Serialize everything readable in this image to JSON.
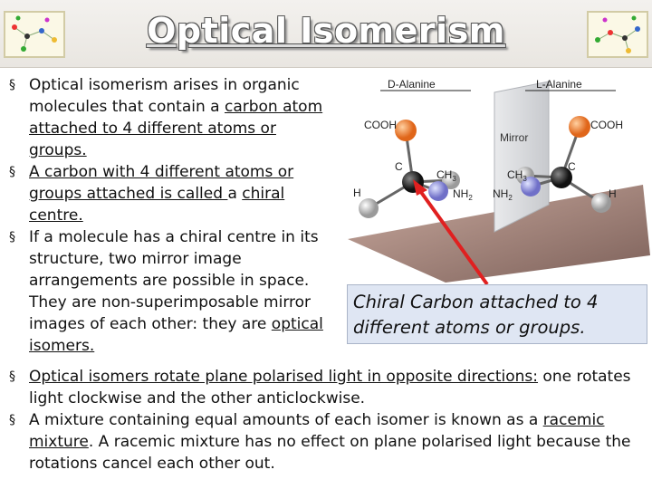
{
  "title": "Optical Isomerism",
  "upper_bullets": [
    {
      "parts": [
        {
          "text": "Optical isomerism arises in organic molecules that contain a ",
          "u": false
        },
        {
          "text": "carbon atom attached to 4 different atoms or groups.",
          "u": true
        }
      ]
    },
    {
      "parts": [
        {
          "text": "A carbon with 4 different atoms or groups attached is called ",
          "u": true
        },
        {
          "text": "a ",
          "u": false
        },
        {
          "text": "chiral centre.",
          "u": true
        }
      ]
    },
    {
      "parts": [
        {
          "text": "If a molecule has a chiral centre in its structure, two mirror image arrangements are possible in space. They are non-superimposable mirror images of each other: they are ",
          "u": false
        },
        {
          "text": "optical isomers.",
          "u": true
        }
      ]
    }
  ],
  "lower_bullets": [
    {
      "parts": [
        {
          "text": "Optical isomers rotate plane polarised light in opposite directions:",
          "u": true
        },
        {
          "text": " one rotates light clockwise and the other anticlockwise.",
          "u": false
        }
      ]
    },
    {
      "parts": [
        {
          "text": "A mixture containing equal amounts of each isomer is known as a ",
          "u": false
        },
        {
          "text": "racemic mixture",
          "u": true
        },
        {
          "text": ". A racemic mixture has no effect on plane polarised light because the rotations cancel each other out.",
          "u": false
        }
      ]
    }
  ],
  "diagram": {
    "left_label": "D-Alanine",
    "right_label": "L-Alanine",
    "mirror_label": "Mirror",
    "left_atoms": {
      "cooh": "COOH",
      "c": "C",
      "ch3": "CH",
      "nh2": "NH",
      "h": "H"
    },
    "right_atoms": {
      "cooh": "COOH",
      "c": "C",
      "ch3": "CH",
      "nh2": "NH",
      "h": "H"
    },
    "subscripts": {
      "ch3": "3",
      "nh2": "2"
    }
  },
  "callout": "Chiral Carbon attached to 4 different atoms or groups.",
  "colors": {
    "accent_arrow": "#e02020",
    "callout_bg": "#dfe6f3"
  }
}
